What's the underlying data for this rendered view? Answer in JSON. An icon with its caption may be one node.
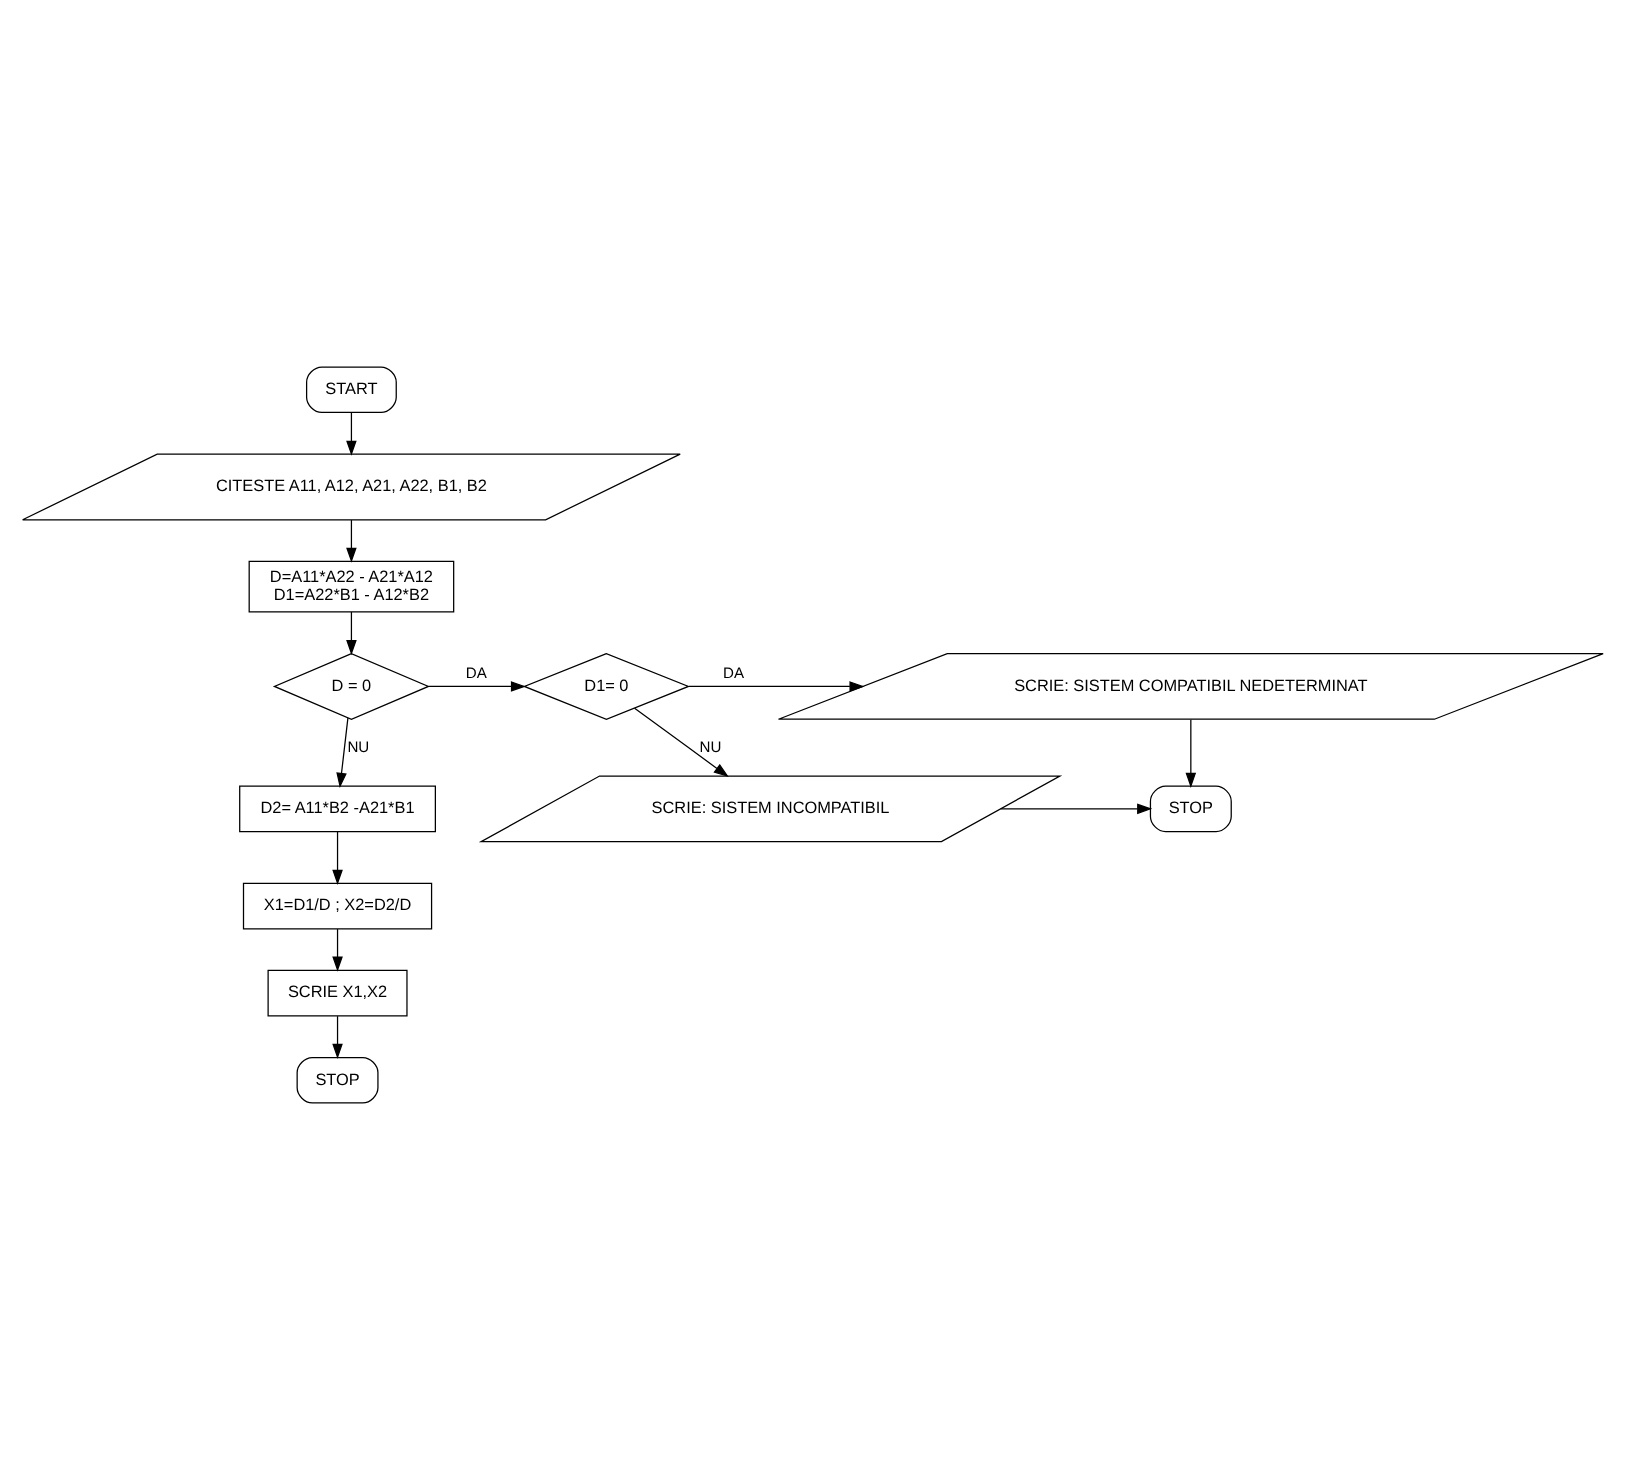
{
  "diagram": {
    "nodes": [
      {
        "text": [
          "START"
        ]
      },
      {
        "text": [
          "CITESTE A11, A12, A21, A22, B1, B2"
        ]
      },
      {
        "text": [
          "D=A11*A22 - A21*A12",
          "D1=A22*B1 - A12*B2"
        ]
      },
      {
        "text": [
          "D = 0"
        ]
      },
      {
        "text": [
          "D1= 0"
        ]
      },
      {
        "text": [
          "SCRIE: SISTEM COMPATIBIL NEDETERMINAT"
        ]
      },
      {
        "text": [
          "SCRIE: SISTEM INCOMPATIBIL"
        ]
      },
      {
        "text": [
          "STOP"
        ]
      },
      {
        "text": [
          "D2= A11*B2 -A21*B1"
        ]
      },
      {
        "text": [
          "X1=D1/D ; X2=D2/D"
        ]
      },
      {
        "text": [
          "SCRIE X1,X2"
        ]
      },
      {
        "text": [
          "STOP"
        ]
      }
    ],
    "edges": [
      {
        "from": 0,
        "to": 1,
        "arrow": "to"
      },
      {
        "from": 1,
        "to": 2,
        "arrow": "to"
      },
      {
        "from": 2,
        "to": 3,
        "arrow": "to"
      },
      {
        "from": 3,
        "to": 8,
        "label": "NU",
        "arrow": "to"
      },
      {
        "from": 3,
        "to": 4,
        "label": "DA",
        "arrow": "to"
      },
      {
        "from": 4,
        "to": 5,
        "label": "DA",
        "arrow": "to"
      },
      {
        "from": 4,
        "to": 6,
        "label": "NU",
        "arrow": "to"
      },
      {
        "from": 5,
        "to": 7,
        "arrow": "to"
      },
      {
        "from": 6,
        "to": 7,
        "arrow": "to"
      },
      {
        "from": 8,
        "to": 9,
        "arrow": "to"
      },
      {
        "from": 9,
        "to": 10,
        "arrow": "to"
      },
      {
        "from": 10,
        "to": 11,
        "arrow": "to"
      }
    ]
  }
}
